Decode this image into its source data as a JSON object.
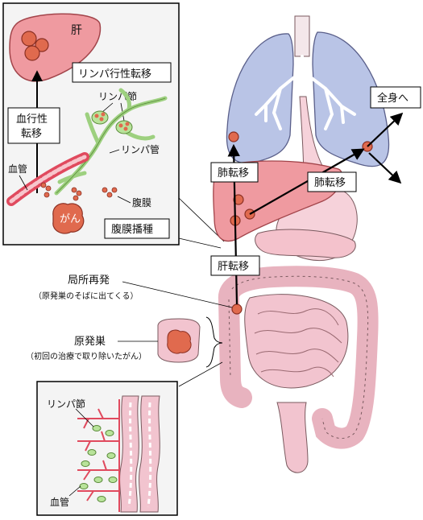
{
  "colors": {
    "liver_fill": "#ef9aa0",
    "liver_stroke": "#a2444a",
    "lung_fill": "#b9c4e6",
    "lung_stroke": "#5a5f8a",
    "tumor_fill": "#e06a4e",
    "tumor_stroke": "#8a2f22",
    "intestine_fill": "#f2c4cf",
    "intestine_stroke": "#7a5a5f",
    "lymph_green": "#9dd07f",
    "vessel_red": "#e04a5e",
    "panel_bg": "#f4f4f4"
  },
  "labels": {
    "liver_organ": "肝",
    "lymphatic_metastasis": "リンパ行性転移",
    "lymph_node": "リンパ節",
    "lymph_vessel": "リンパ管",
    "hematogenous": "血行性\n転移",
    "blood_vessel": "血管",
    "peritoneum": "腹膜",
    "cancer": "がん",
    "peritoneal_dissemination": "腹膜播種",
    "to_whole_body": "全身へ",
    "lung_metastasis_left": "肺転移",
    "lung_metastasis_right": "肺転移",
    "liver_metastasis": "肝転移",
    "local_recurrence": "局所再発",
    "local_recurrence_note": "（原発巣のそばに出てくる）",
    "primary_lesion": "原発巣",
    "primary_lesion_note": "（初回の治療で取り除いたがん）",
    "bottom_lymph_node": "リンパ節",
    "bottom_blood_vessel": "血管"
  }
}
